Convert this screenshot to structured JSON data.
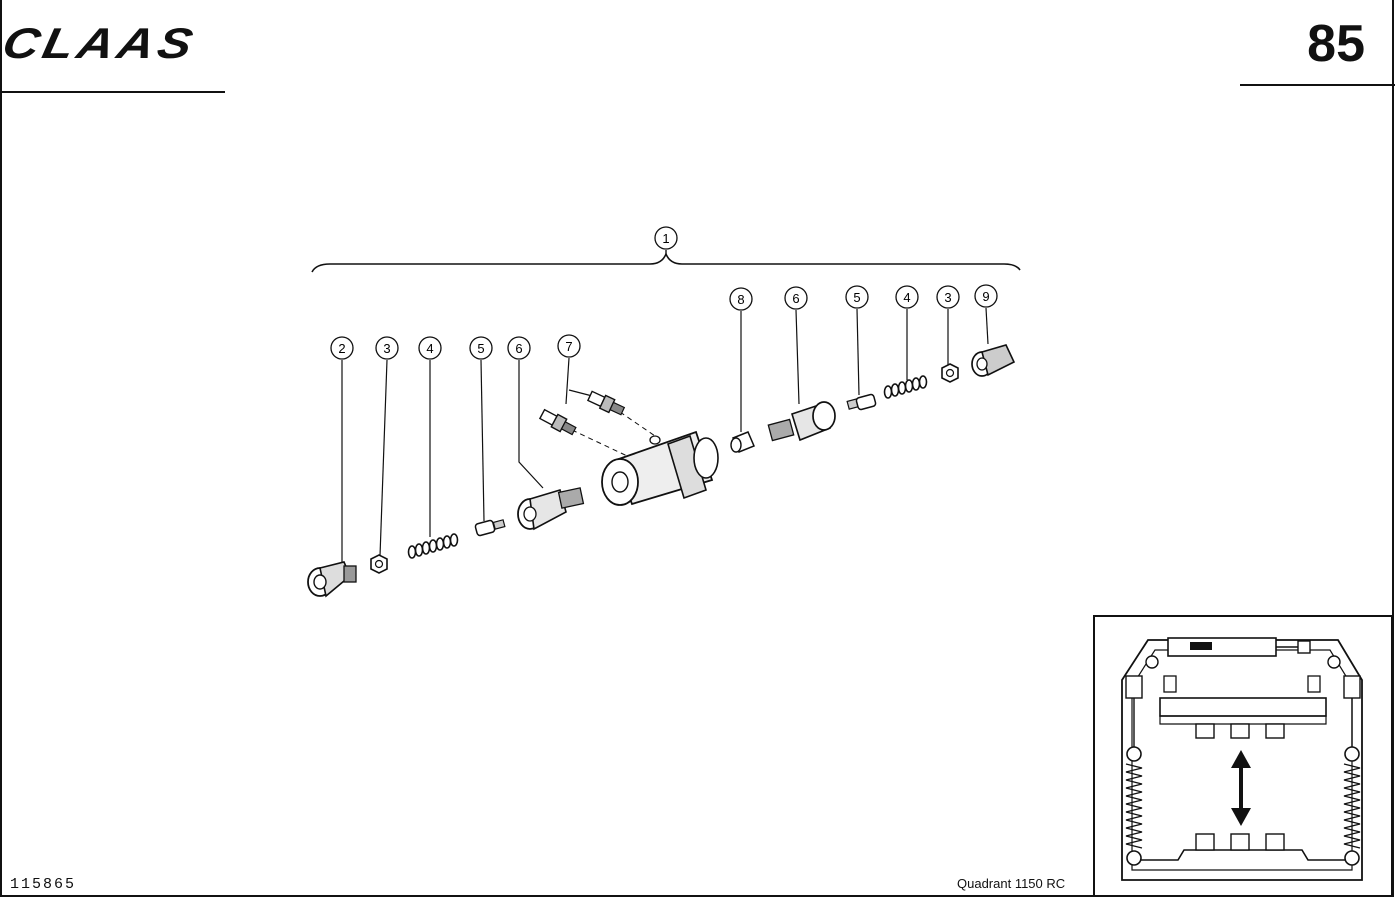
{
  "header": {
    "brand_logo": "CLAAS",
    "page_number": "85"
  },
  "footer": {
    "drawing_number": "115865",
    "model_name": "Quadrant 1150 RC"
  },
  "callouts": {
    "group": "1",
    "left": [
      "2",
      "3",
      "4",
      "5",
      "6",
      "7"
    ],
    "right": [
      "8",
      "6",
      "5",
      "4",
      "3",
      "9"
    ]
  }
}
